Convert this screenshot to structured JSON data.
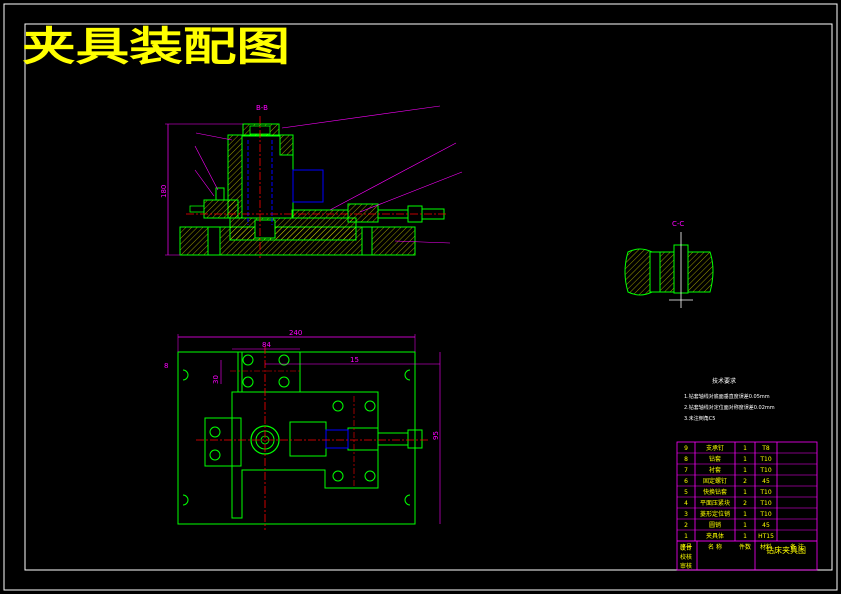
{
  "title": "夹具装配图",
  "views": {
    "section_bb": "B-B",
    "section_cc": "C-C"
  },
  "dimensions": {
    "height_left": "180",
    "top_width": "240",
    "top_inner": "84",
    "right_span": "15",
    "left_small": "30",
    "right_height": "95",
    "left_mark": "8"
  },
  "tech_requirements": {
    "heading": "技术要求",
    "items": [
      "1.钻套轴线对底面垂直度误差0.05mm",
      "2.钻套轴线对定位面对称度误差0.02mm",
      "3.未注倒角C5"
    ]
  },
  "parts_list": {
    "rows": [
      {
        "no": "9",
        "name": "支承钉",
        "qty": "1",
        "material": "T8",
        "note": ""
      },
      {
        "no": "8",
        "name": "钻套",
        "qty": "1",
        "material": "T10",
        "note": ""
      },
      {
        "no": "7",
        "name": "衬套",
        "qty": "1",
        "material": "T10",
        "note": ""
      },
      {
        "no": "6",
        "name": "固定螺钉",
        "qty": "2",
        "material": "45",
        "note": ""
      },
      {
        "no": "5",
        "name": "快换钻套",
        "qty": "1",
        "material": "T10",
        "note": ""
      },
      {
        "no": "4",
        "name": "平面压紧块",
        "qty": "2",
        "material": "T10",
        "note": ""
      },
      {
        "no": "3",
        "name": "菱形定位销",
        "qty": "1",
        "material": "T10",
        "note": ""
      },
      {
        "no": "2",
        "name": "圆销",
        "qty": "1",
        "material": "45",
        "note": ""
      },
      {
        "no": "1",
        "name": "夹具体",
        "qty": "1",
        "material": "HT15",
        "note": ""
      }
    ],
    "header": {
      "no": "序号",
      "name": "名 称",
      "qty": "件数",
      "material": "材料",
      "note": "备 注"
    },
    "design": "设计",
    "check": "校核",
    "review": "审核",
    "drawing_name": "钻床夹具图"
  },
  "colors": {
    "background": "#000000",
    "frame": "#ffffff",
    "title": "#ffff00",
    "outline": "#00ff00",
    "dim": "#ff00ff",
    "center": "#ff0000",
    "hidden": "#0000ff",
    "hatch": "#ffff00",
    "text_white": "#ffffff"
  }
}
